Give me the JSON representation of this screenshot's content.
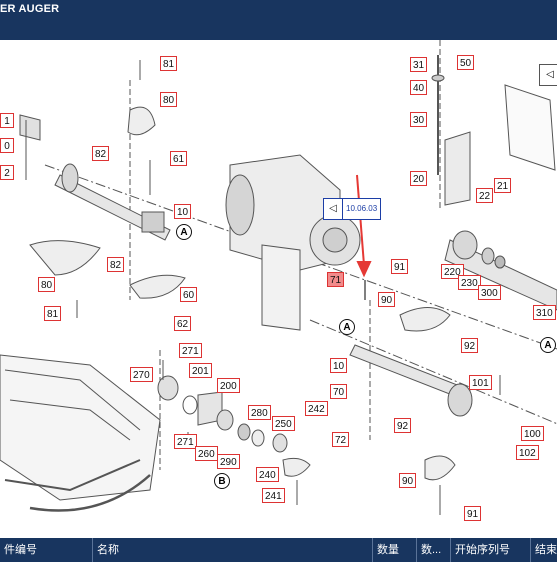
{
  "title": "ER AUGER",
  "reference_tag": "10.06.03",
  "marker_a": "A",
  "marker_b": "B",
  "callouts": [
    "81",
    "80",
    "82",
    "61",
    "10",
    "80",
    "82",
    "60",
    "81",
    "62",
    "31",
    "50",
    "40",
    "30",
    "20",
    "21",
    "22",
    "71",
    "91",
    "90",
    "220",
    "230",
    "300",
    "310",
    "10",
    "70",
    "92",
    "101",
    "72",
    "92",
    "100",
    "102",
    "90",
    "91",
    "271",
    "270",
    "201",
    "200",
    "280",
    "250",
    "242",
    "271",
    "260",
    "290",
    "240",
    "241",
    "1",
    "0",
    "2"
  ],
  "table_headers": [
    "件编号",
    "名称",
    "数量",
    "数...",
    "开始序列号",
    "结束"
  ]
}
